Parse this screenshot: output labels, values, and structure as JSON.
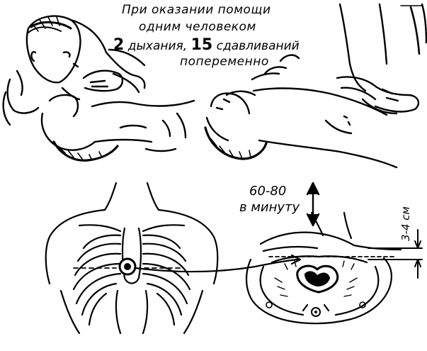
{
  "caption": {
    "line1": "При оказании помощи",
    "line2": "одним человеком",
    "breaths_count": "2",
    "breaths_word": "дыхания,",
    "compressions_count": "15",
    "compressions_word": "сдавливаний",
    "line4": "попеременно"
  },
  "rate": {
    "line1": "60-80",
    "line2": "в минуту"
  },
  "depth": {
    "label": "3-4 см"
  }
}
